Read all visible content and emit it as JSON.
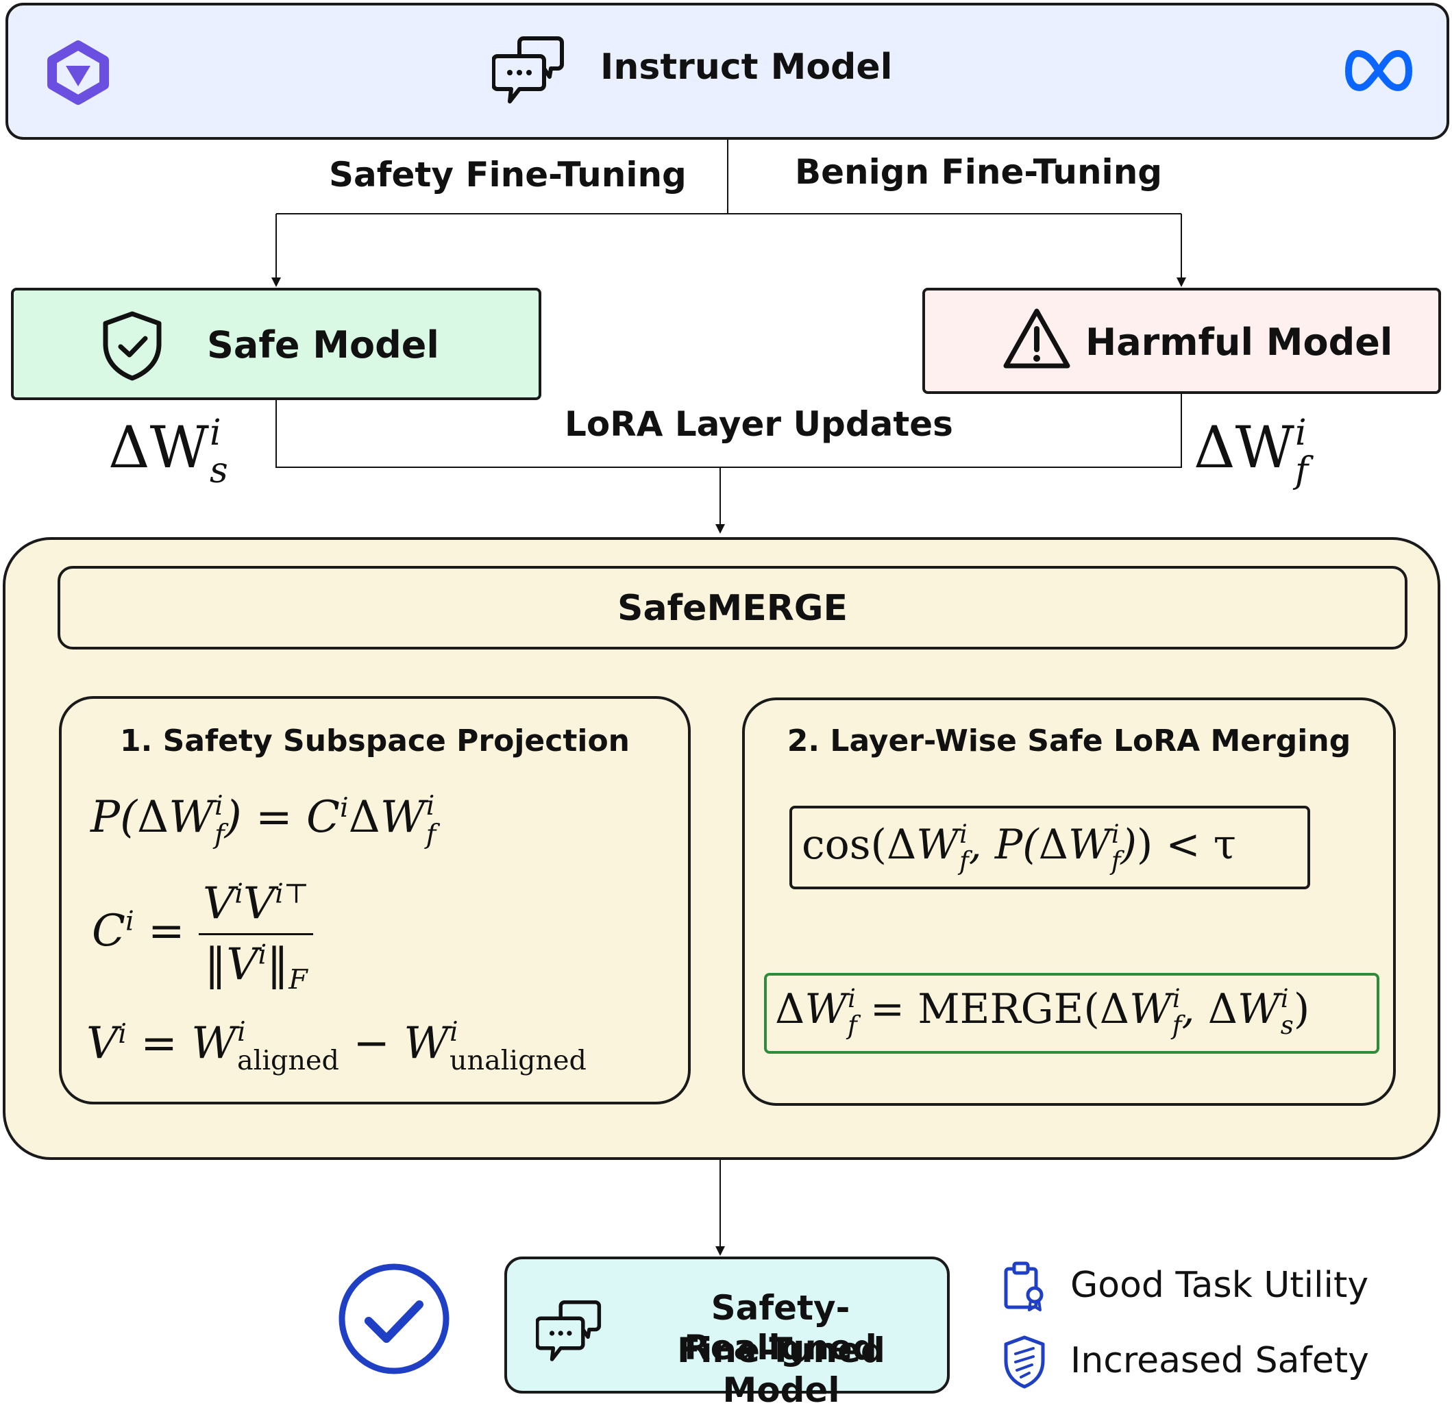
{
  "top": {
    "title": "Instruct Model"
  },
  "branches": {
    "left_label": "Safety Fine-Tuning",
    "right_label": "Benign Fine-Tuning"
  },
  "safe_model": {
    "title": "Safe Model",
    "delta": "ΔW",
    "sup": "i",
    "sub": "s"
  },
  "harmful_model": {
    "title": "Harmful Model",
    "delta": "ΔW",
    "sup": "i",
    "sub": "f"
  },
  "lora_label": "LoRA Layer Updates",
  "safemerge": {
    "title": "SafeMERGE",
    "step1": {
      "title": "1. Safety Subspace Projection",
      "eq_aligned": "aligned",
      "eq_unaligned": "unaligned"
    },
    "step2": {
      "title": "2. Layer-Wise Safe LoRA Merging",
      "cond_fn": "cos",
      "merge_fn": "MERGE"
    }
  },
  "output": {
    "line1": "Safety-Realigned",
    "line2": "Fine-Tuned Model"
  },
  "benefits": [
    {
      "label": "Good Task Utility",
      "icon": "clipboard-award-icon"
    },
    {
      "label": "Increased Safety",
      "icon": "shield-icon"
    }
  ],
  "colors": {
    "top_fill": "#eaf0ff",
    "safe_fill": "#d9f9e4",
    "harmful_fill": "#fdf0ef",
    "merge_fill": "#faf4dc",
    "output_fill": "#dbf8f7",
    "accent_blue": "#1f3fc4",
    "merge_border_green": "#2e8b3a",
    "meta_blue": "#0a66ff",
    "qwen_purple": "#6a4fe0"
  }
}
